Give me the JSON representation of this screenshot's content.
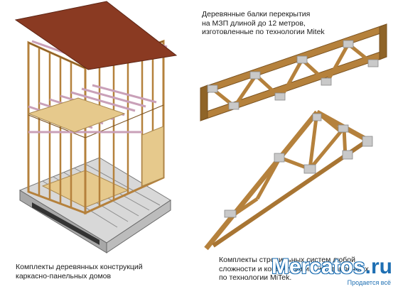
{
  "captions": {
    "frame": [
      "Комплекты деревянных конструкций",
      "каркасно-панельных домов"
    ],
    "beam": [
      "Деревянные балки перекрытия",
      "на МЗП длиной до 12 метров,",
      "изготовленные по технологии Mitek"
    ],
    "truss": [
      "Комплекты стропильных систем любой",
      "сложности и конфигураций, изготовленных",
      "по технологии MiTek."
    ]
  },
  "watermark": {
    "word": "Mercatos",
    "tld": ".ru",
    "tagline": "Продается всё"
  },
  "colors": {
    "roof": "#8a3a22",
    "timber": "#b5813c",
    "timber_dark": "#7a5220",
    "panel": "#e6c98c",
    "joist": "#d9b3c8",
    "plate": "#c9c9c9",
    "brand": "#1e6fb3"
  }
}
